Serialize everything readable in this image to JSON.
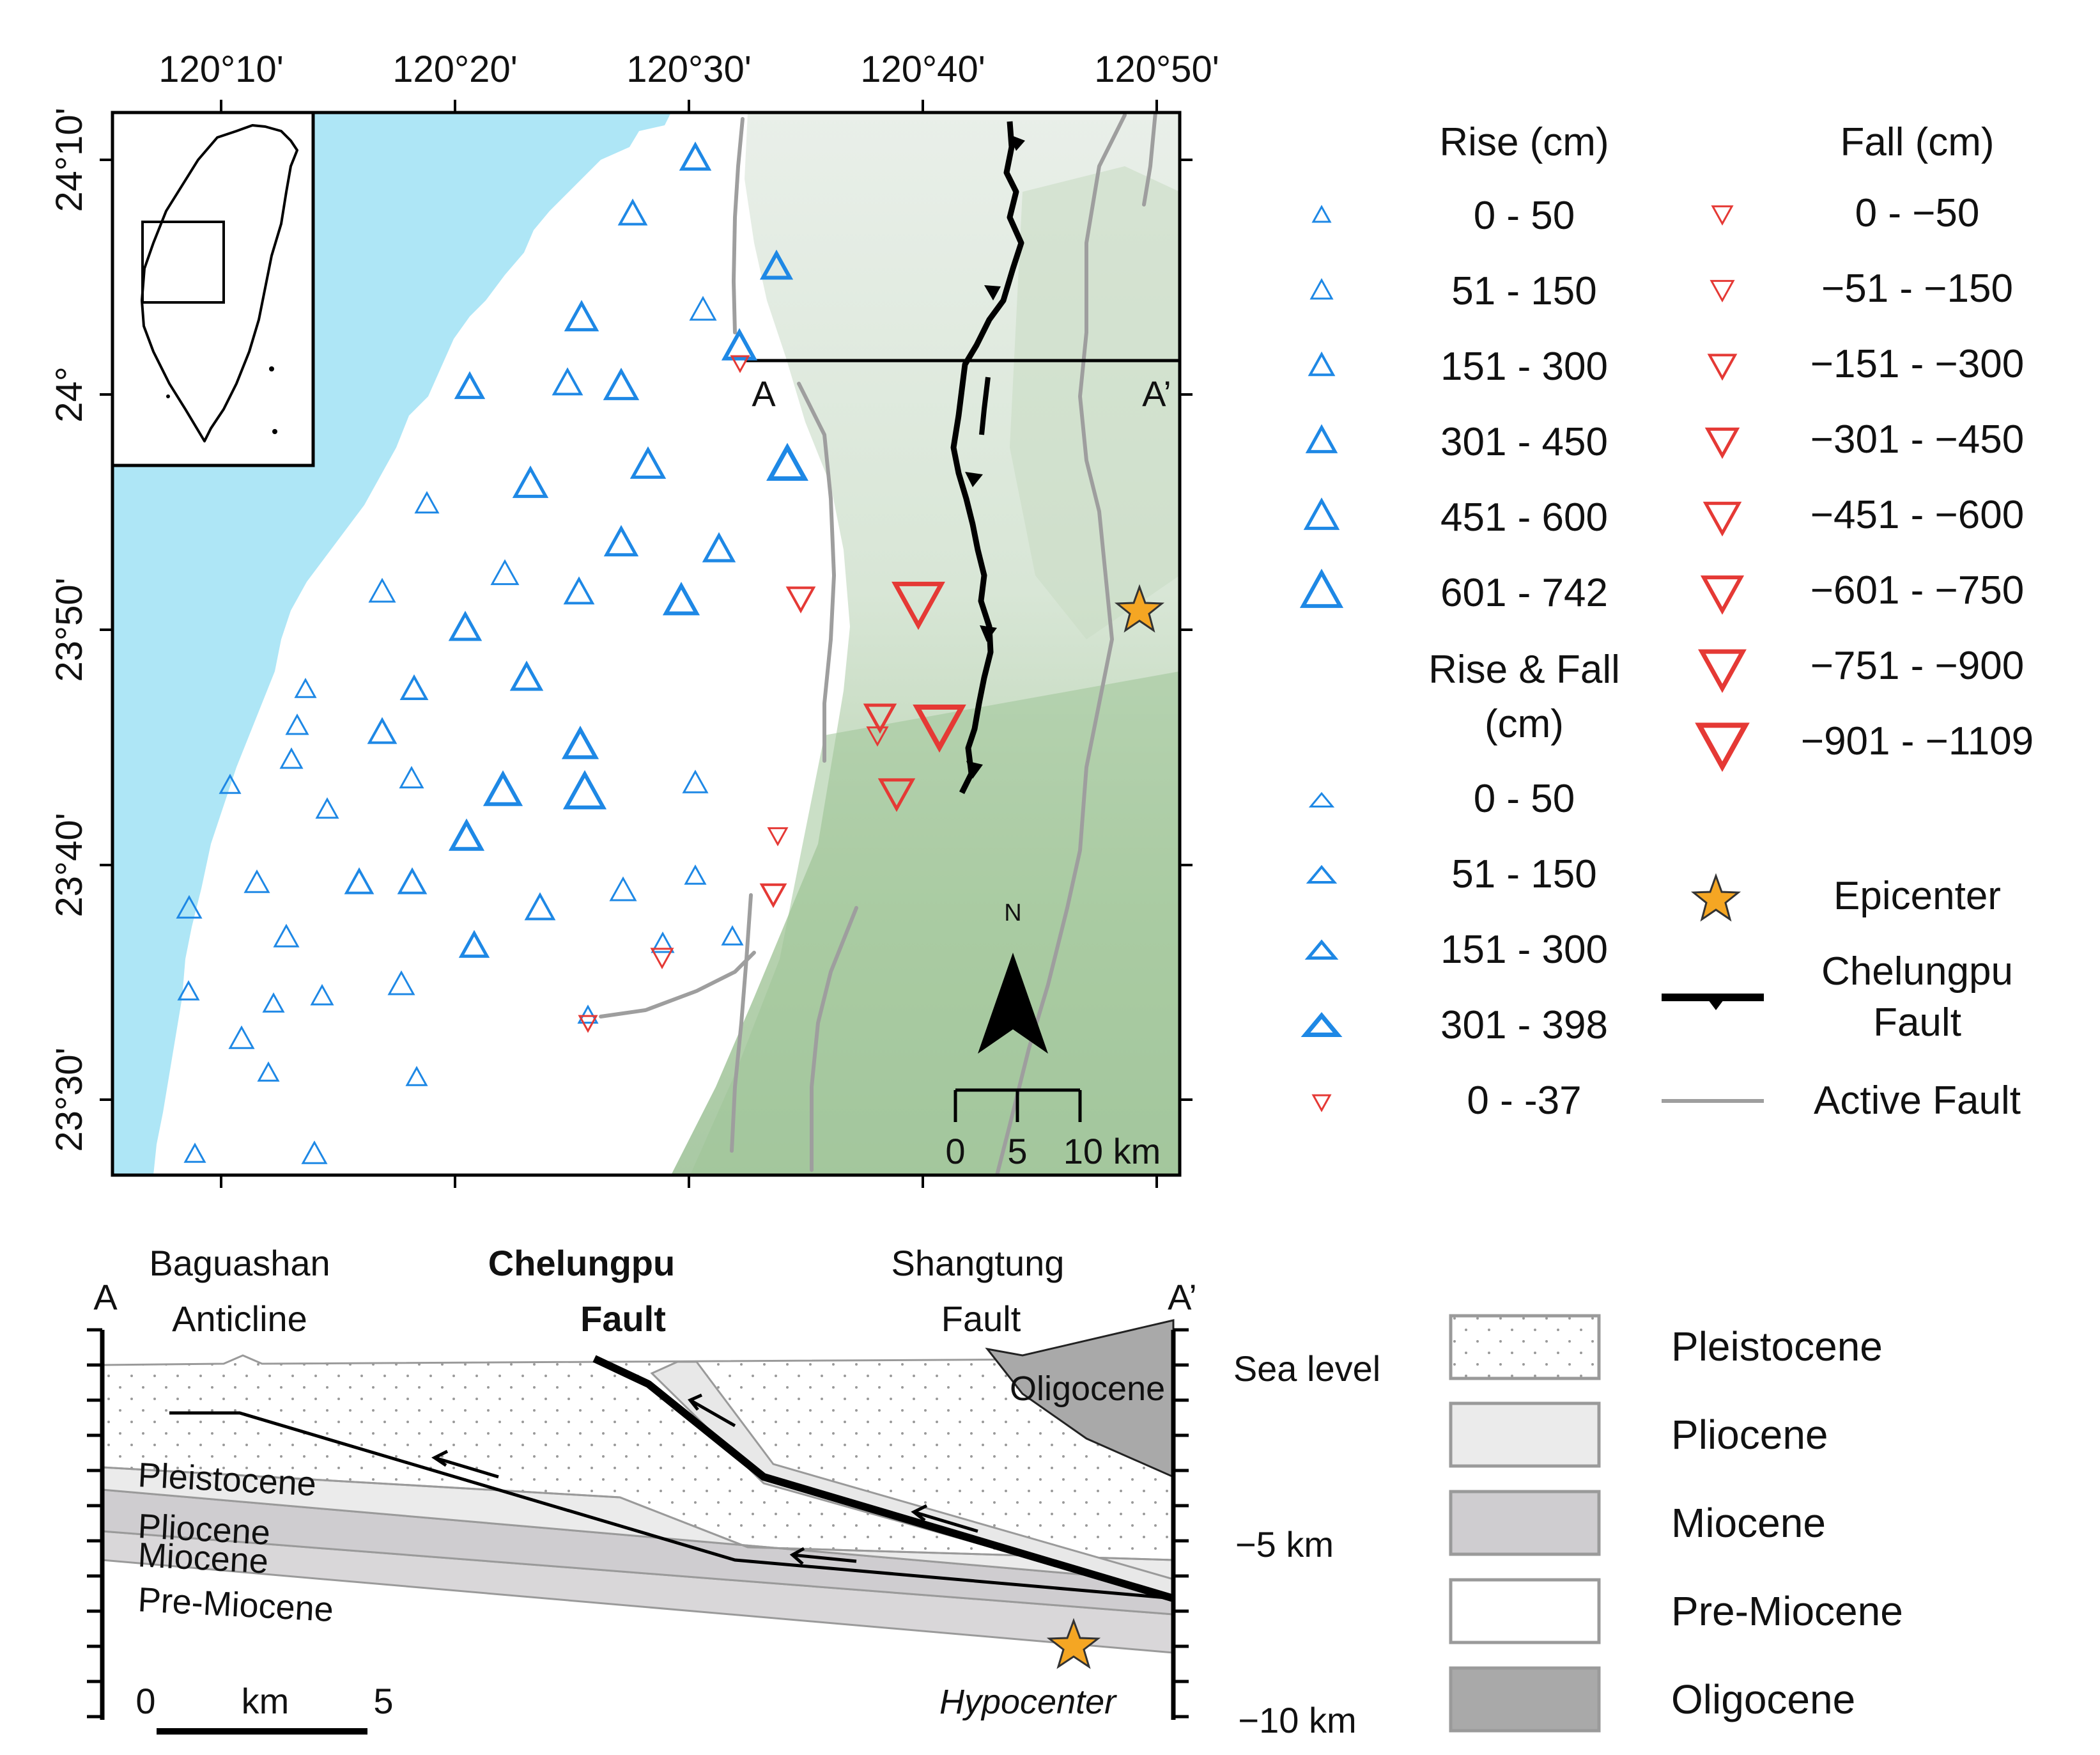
{
  "map": {
    "lon_labels": [
      "120°10'",
      "120°20'",
      "120°30'",
      "120°40'",
      "120°50'"
    ],
    "lat_labels": [
      "24°10'",
      "24°",
      "23°50'",
      "23°40'",
      "23°30'"
    ],
    "profile_start": "A",
    "profile_end": "A’",
    "north_letter": "N",
    "scale_ticks": [
      "0",
      "5",
      "10 km"
    ],
    "colors": {
      "sea": "#aee6f6",
      "rise": "#1e88e5",
      "fall": "#e53935",
      "epicenter": "#f5a623"
    }
  },
  "legend": {
    "rise_header": "Rise (cm)",
    "rise": [
      "0 - 50",
      "51 - 150",
      "151 - 300",
      "301 - 450",
      "451 - 600",
      "601 - 742"
    ],
    "rise_fall_header_1": "Rise & Fall",
    "rise_fall_header_2": "(cm)",
    "rise_fall": [
      "0 - 50",
      "51 - 150",
      "151 - 300",
      "301 - 398",
      "0 - -37"
    ],
    "fall_header": "Fall (cm)",
    "fall": [
      "0 - −50",
      "−51 - −150",
      "−151 - −300",
      "−301 - −450",
      "−451 - −600",
      "−601 - −750",
      "−751 - −900",
      "−901 - −1109"
    ],
    "epicenter": "Epicenter",
    "chelungpu_1": "Chelungpu",
    "chelungpu_2": "Fault",
    "active_fault": "Active Fault"
  },
  "section": {
    "label_a": "A",
    "label_a_prime": "A’",
    "baguashan_1": "Baguashan",
    "baguashan_2": "Anticline",
    "chelungpu_1": "Chelungpu",
    "chelungpu_2": "Fault",
    "shangtung_1": "Shangtung",
    "shangtung_2": "Fault",
    "oligocene": "Oligocene",
    "pleistocene": "Pleistocene",
    "pliocene": "Pliocene",
    "miocene": "Miocene",
    "pre_miocene": "Pre-Miocene",
    "sea_level": "Sea level",
    "depth_5": "−5 km",
    "depth_10": "−10 km",
    "scale_0": "0",
    "scale_km": "km",
    "scale_5": "5",
    "hypocenter": "Hypocenter"
  },
  "strata_legend": [
    "Pleistocene",
    "Pliocene",
    "Miocene",
    "Pre-Miocene",
    "Oligocene"
  ]
}
